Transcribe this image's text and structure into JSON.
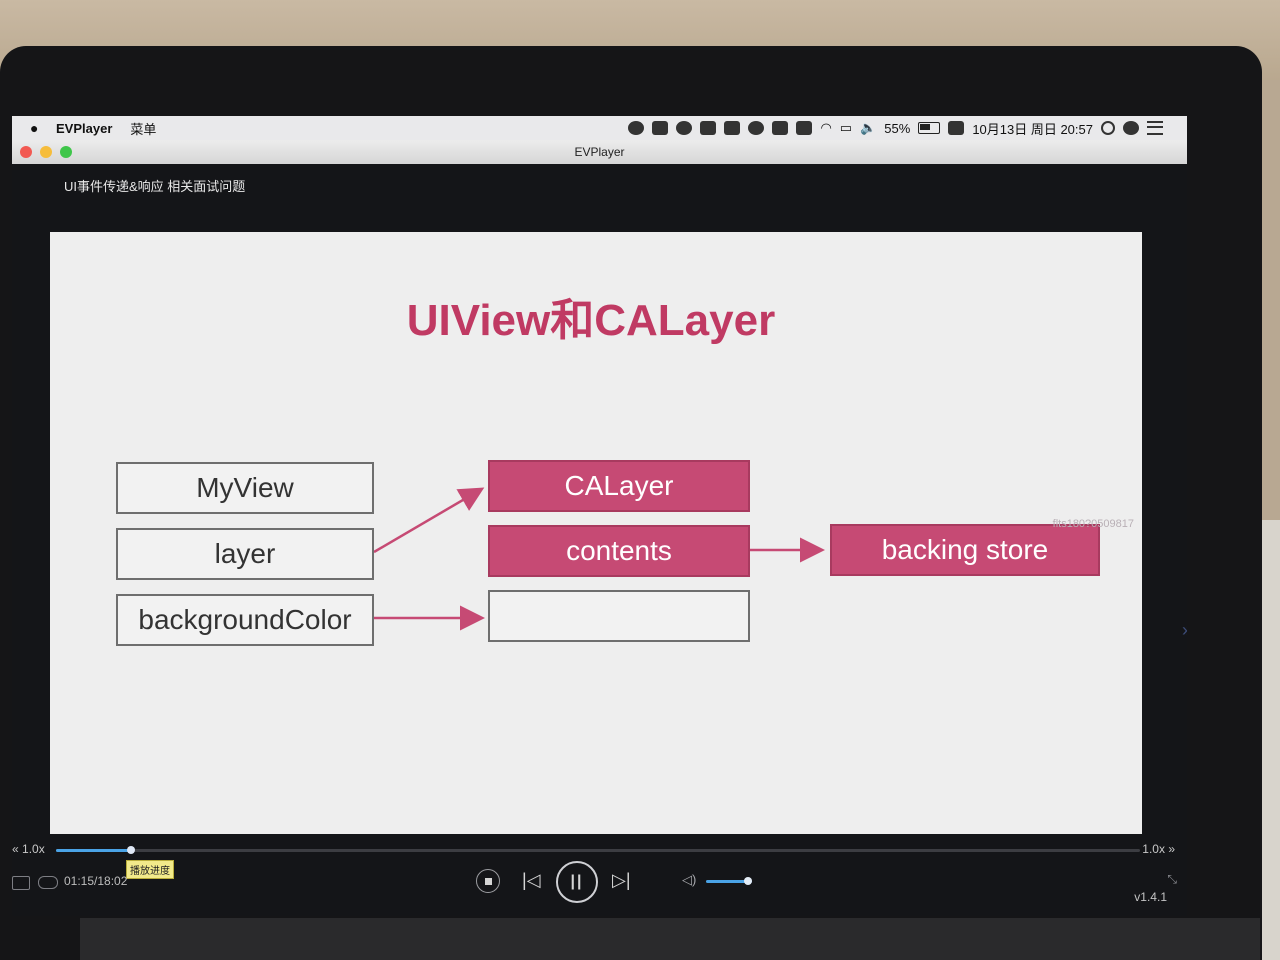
{
  "menubar": {
    "app_name": "EVPlayer",
    "menu_label": "菜单",
    "battery_text": "55%",
    "datetime_text": "10月13日 周日 20:57"
  },
  "window": {
    "title": "EVPlayer"
  },
  "video": {
    "title": "UI事件传递&响应 相关面试问题"
  },
  "slide": {
    "title": "UIView和CALayer",
    "left_boxes": [
      "MyView",
      "layer",
      "backgroundColor"
    ],
    "middle_boxes": [
      "CALayer",
      "contents",
      ""
    ],
    "right_box": "backing store",
    "watermark": "flts180?0509817"
  },
  "player": {
    "speed_left": "1.0x",
    "speed_right": "1.0x",
    "time_display": "01:15/18:02",
    "tooltip": "播放进度",
    "progress_fraction": 0.069,
    "volume_fraction": 1.0,
    "version": "v1.4.1"
  },
  "colors": {
    "accent": "#c64a74",
    "progress": "#4aa3e6"
  }
}
